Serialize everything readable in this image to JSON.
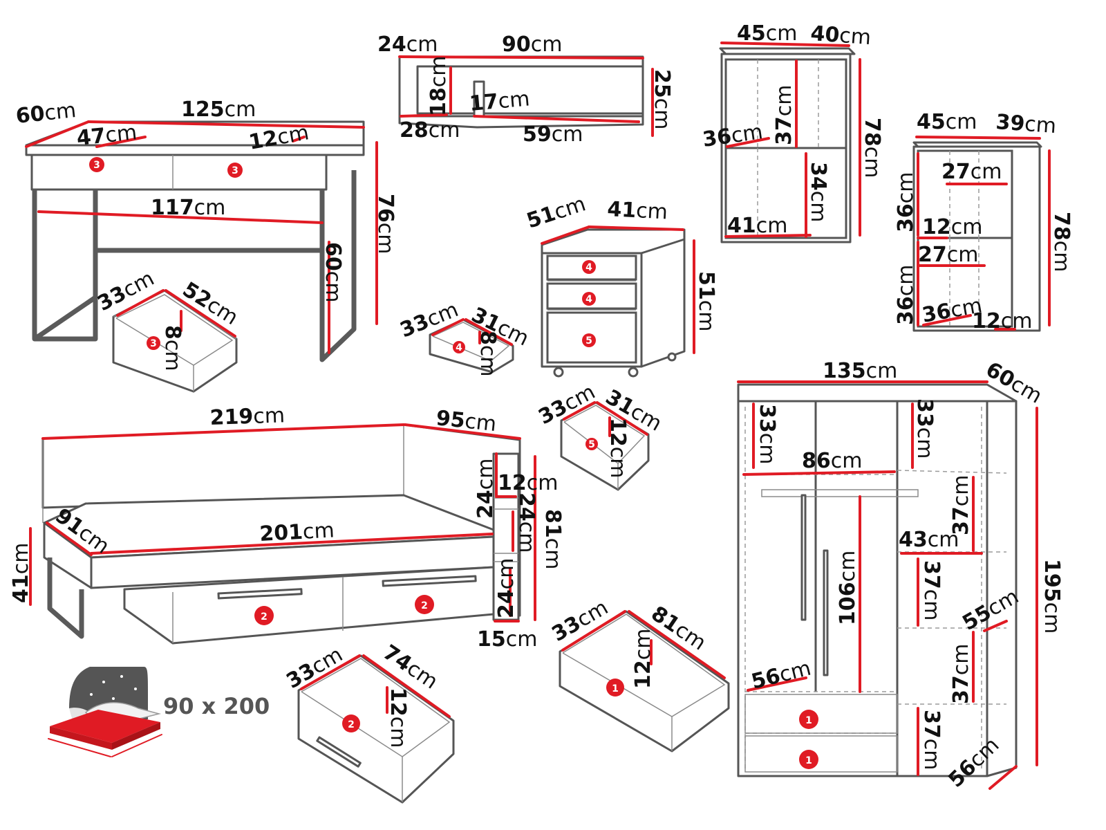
{
  "unit": "cm",
  "mattress_size": "90 x 200",
  "colors": {
    "dimension_line": "#e01b24",
    "outline": "#555555",
    "badge": "#e01b24"
  },
  "desk": {
    "depth": "60",
    "width": "125",
    "drawer_width": "47",
    "gap": "12",
    "inner_width": "117",
    "height": "76",
    "leg_height": "60",
    "drawer_badge": "3",
    "drawer": {
      "depth": "33",
      "width": "52",
      "height": "8",
      "badge": "3"
    }
  },
  "wall_shelf": {
    "depth": "24",
    "width": "90",
    "height": "25",
    "compartment": "18",
    "bottom_depth": "28",
    "divider": "17",
    "bottom_width": "59"
  },
  "wall_cabinet_a": {
    "depth": "45",
    "width": "40",
    "height": "78",
    "upper": "37",
    "shelf_depth": "36",
    "lower": "34",
    "inner_width": "41"
  },
  "wall_cabinet_b": {
    "depth": "45",
    "width": "39",
    "height": "78",
    "shelf_a": "27",
    "upper": "36",
    "gap_a": "12",
    "shelf_b": "27",
    "lower": "36",
    "shelf_depth": "36",
    "gap_b": "12"
  },
  "pedestal": {
    "depth": "51",
    "width": "41",
    "height": "51",
    "badges": [
      "4",
      "4",
      "5"
    ],
    "drawer_small": {
      "depth": "33",
      "width": "31",
      "height": "8",
      "badge": "4"
    },
    "drawer_large": {
      "depth": "33",
      "width": "31",
      "height": "12",
      "badge": "5"
    }
  },
  "bed": {
    "length": "219",
    "side_depth": "95",
    "width": "91",
    "inner_length": "201",
    "height": "41",
    "back_height": "81",
    "shelf_a": "24",
    "shelf_gap": "12",
    "shelf_b": "24",
    "shelf_c": "24",
    "shelf_depth": "15",
    "drawer_badges": [
      "2",
      "2"
    ],
    "drawer": {
      "depth": "33",
      "width": "74",
      "height": "12",
      "badge": "2"
    }
  },
  "wardrobe": {
    "width": "135",
    "depth": "60",
    "height": "195",
    "top_left": "33",
    "top_right": "33",
    "hanging_width": "86",
    "hanging_height": "106",
    "shelf_width": "43",
    "shelf_a": "37",
    "shelf_b": "37",
    "shelf_c": "37",
    "shelf_d": "37",
    "inner_depth_left": "56",
    "inner_depth_right": "55",
    "bottom_depth": "56",
    "drawer_badges": [
      "1",
      "1"
    ],
    "drawer": {
      "depth": "33",
      "width": "81",
      "height": "12",
      "badge": "1"
    }
  }
}
